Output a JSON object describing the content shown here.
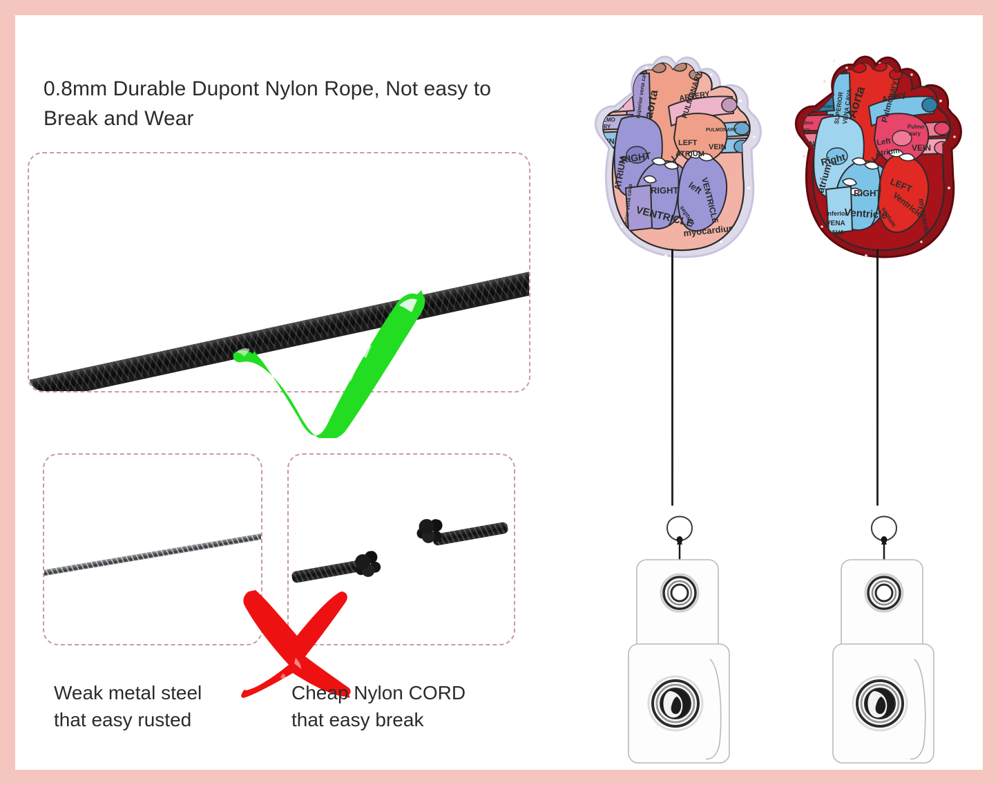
{
  "frame": {
    "border_color": "#f5c6c0",
    "canvas_color": "#ffffff"
  },
  "headline": {
    "text": "0.8mm Durable Dupont Nylon Rope, Not easy to Break and Wear"
  },
  "comparison": {
    "good": {
      "box_label": "good-rope-box",
      "verdict_icon": "green-check-icon",
      "verdict_color": "#22dd22",
      "subject": "braided black 0.8mm Dupont nylon rope"
    },
    "bad_steel": {
      "box_label": "weak-steel-box",
      "caption": "Weak metal steel\nthat easy rusted",
      "caption_line1": "Weak metal steel",
      "caption_line2": "that easy rusted",
      "subject": "thin twisted steel wire"
    },
    "bad_cord": {
      "box_label": "cheap-cord-box",
      "caption": "Cheap Nylon CORD\nthat easy break",
      "caption_line1": "Cheap Nylon CORD",
      "caption_line2": "that easy break",
      "subject": "snapped frayed black nylon cord"
    },
    "reject_icon": "red-cross-icon",
    "reject_color": "#ee1111",
    "dash_border_color": "#c99aa0"
  },
  "products": [
    {
      "name": "pastel-glitter-anatomical-heart-badge-reel",
      "charm_style": "pastel glitter anatomical heart",
      "charm_colors": {
        "outline_glitter": "#d9d5e6",
        "myocardium": "#f2b3a6",
        "aorta": "#f0a089",
        "chambers": "#9b96d6",
        "vessels_blue": "#8fc4e8",
        "vessels_pink": "#eeb4cc"
      },
      "labels": [
        "aorta",
        "PULMONARY ARTERY",
        "PULMONARY VEIN",
        "superior vena cava",
        "inferior vena cava",
        "RIGHT ATRIUM",
        "LEFT ATRIUM",
        "RIGHT VENTRICLE",
        "LEFT VENTRICLE",
        "septum",
        "myocardium"
      ],
      "cord": "black nylon retractable cord",
      "strap": "clear vinyl badge strap with snap button and metal grommet"
    },
    {
      "name": "red-glitter-anatomical-heart-badge-reel",
      "charm_style": "red glitter anatomical heart",
      "charm_colors": {
        "outline_glitter": "#8f1218",
        "myocardium": "#a81219",
        "aorta": "#e02a23",
        "chambers_blue": "#7cc3e8",
        "left_chambers": "#e8456a",
        "vessels_pink": "#f07a96"
      },
      "labels": [
        "Aorta",
        "Pulmonary Artery",
        "Pulmonary Vein",
        "SUPERIOR VENA CAVA",
        "Inferior VENA CAVA",
        "Right atrium",
        "Left Atrium",
        "RIGHT Ventricle",
        "LEFT Ventricle",
        "septum",
        "myocardium"
      ],
      "cord": "black nylon retractable cord",
      "strap": "clear vinyl badge strap with snap button and metal grommet"
    }
  ]
}
